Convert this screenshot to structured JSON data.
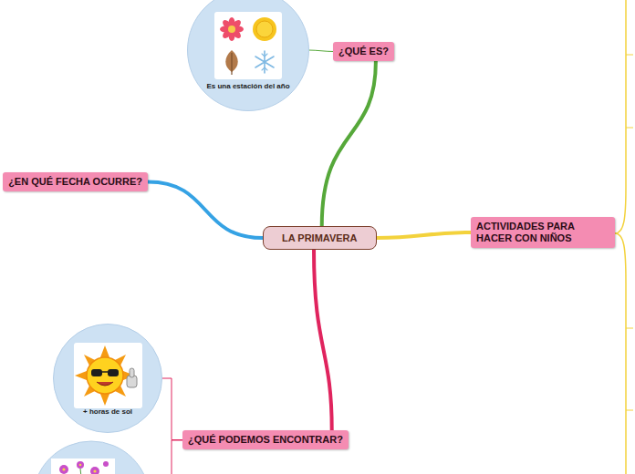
{
  "diagram": {
    "nodes": [
      {
        "text": [
          "Es una estación del año"
        ]
      },
      {
        "text": [
          "¿QUÉ ES?"
        ]
      },
      {
        "text": [
          "¿EN QUÉ FECHA OCURRE?"
        ]
      },
      {
        "text": [
          "LA PRIMAVERA"
        ]
      },
      {
        "text": [
          "ACTIVIDADES PARA HACER CON NIÑOS"
        ]
      },
      {
        "text": [
          "+ horas de sol"
        ]
      },
      {
        "text": [
          "¿QUÉ PODEMOS ENCONTRAR?"
        ]
      }
    ],
    "edges": [
      {
        "from": 3,
        "to": 1,
        "arrow": "none"
      },
      {
        "from": 1,
        "to": 0,
        "arrow": "none"
      },
      {
        "from": 3,
        "to": 2,
        "arrow": "none"
      },
      {
        "from": 3,
        "to": 4,
        "arrow": "none"
      },
      {
        "from": 3,
        "to": 6,
        "arrow": "none"
      },
      {
        "from": 6,
        "to": 5,
        "arrow": "none"
      }
    ]
  }
}
